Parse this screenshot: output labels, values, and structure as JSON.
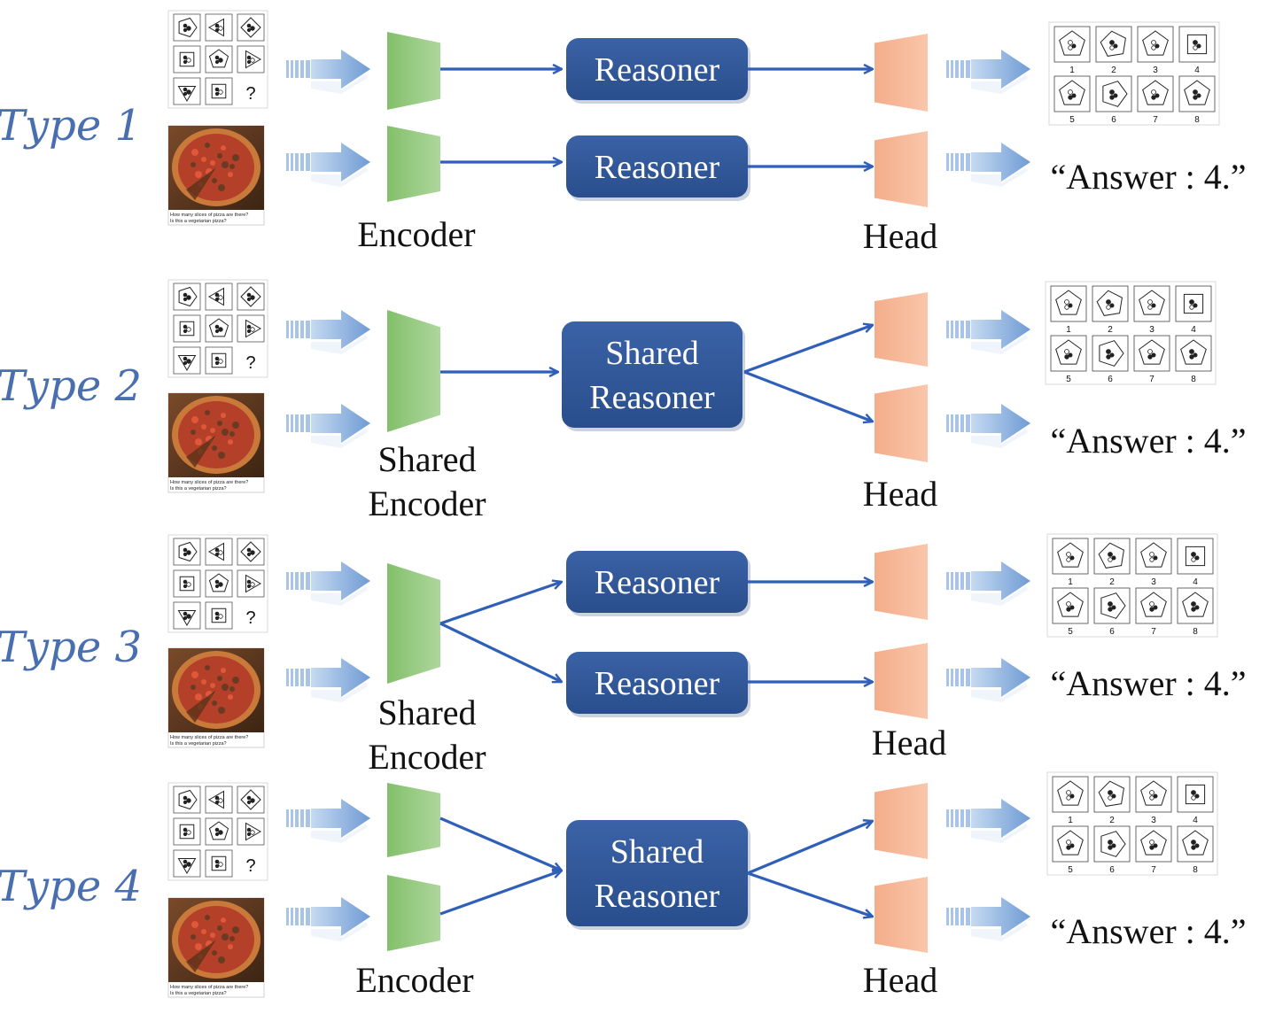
{
  "types": [
    {
      "label": "Type 1",
      "encoder_label": [
        "Encoder"
      ],
      "reasoner_labels": [
        [
          "Reasoner"
        ],
        [
          "Reasoner"
        ]
      ],
      "head_label": "Head",
      "answer": "“Answer : 4.”"
    },
    {
      "label": "Type 2",
      "encoder_label": [
        "Shared",
        "Encoder"
      ],
      "reasoner_labels": [
        [
          "Shared",
          "Reasoner"
        ]
      ],
      "head_label": "Head",
      "answer": "“Answer : 4.”"
    },
    {
      "label": "Type 3",
      "encoder_label": [
        "Shared",
        "Encoder"
      ],
      "reasoner_labels": [
        [
          "Reasoner"
        ],
        [
          "Reasoner"
        ]
      ],
      "head_label": "Head",
      "answer": "“Answer : 4.”"
    },
    {
      "label": "Type 4",
      "encoder_label": [
        "Encoder"
      ],
      "reasoner_labels": [
        [
          "Shared",
          "Reasoner"
        ]
      ],
      "head_label": "Head",
      "answer": "“Answer : 4.”"
    }
  ],
  "puzzle_question_mark": "?",
  "pizza_caption": [
    "How many slices of pizza are there?",
    "Is this a vegetarian pizza?"
  ],
  "answer_choice_numbers": [
    "1",
    "2",
    "3",
    "4",
    "5",
    "6",
    "7",
    "8"
  ],
  "colors": {
    "encoder": "#8cc473",
    "head": "#f7b796",
    "reasoner_box": "#2f5595",
    "arrow": "#2f5fb8",
    "input_arrow": "#7ea6d8",
    "type_label": "#4a6fb0"
  }
}
